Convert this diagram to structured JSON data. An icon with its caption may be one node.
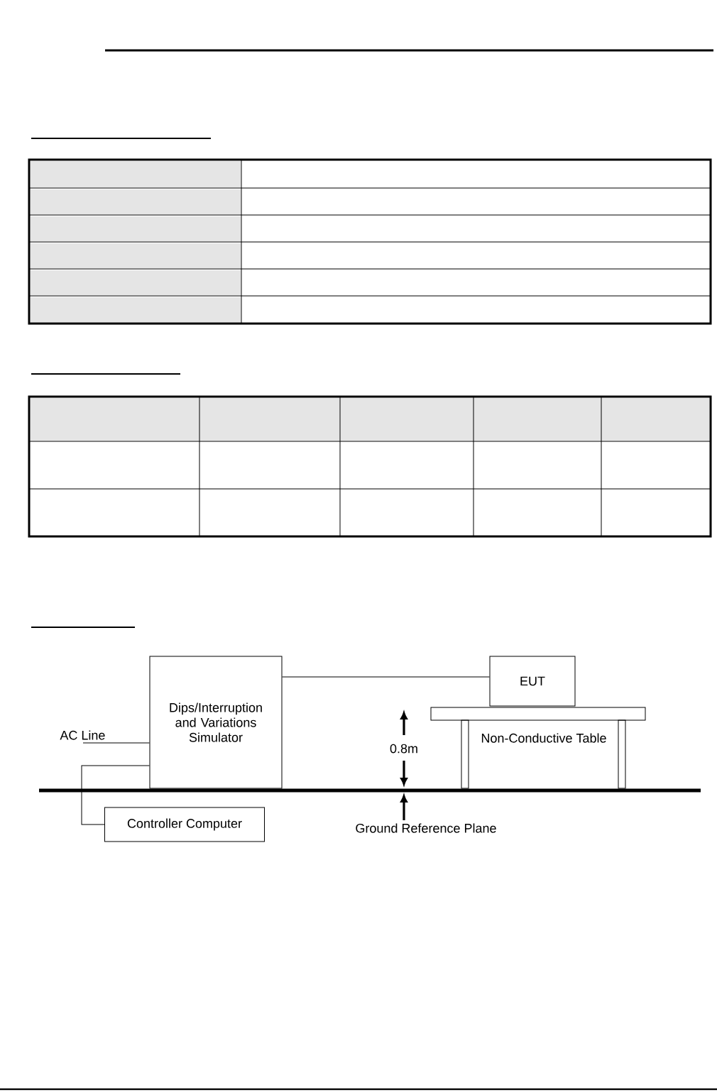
{
  "diagram": {
    "nodes": [
      {
        "text": [
          "Dips/Interruption and Variations Simulator"
        ]
      },
      {
        "text": [
          "EUT"
        ]
      },
      {
        "text": [
          "AC Line"
        ]
      },
      {
        "text": [
          "Controller Computer"
        ]
      },
      {
        "text": [
          "Ground Reference Plane"
        ]
      },
      {
        "text": [],
        "shape": "bar"
      }
    ],
    "edges": [
      {
        "from": 0,
        "to": 1,
        "arrow": "none"
      },
      {
        "from": 2,
        "to": 0,
        "arrow": "none"
      },
      {
        "from": 3,
        "to": 0,
        "arrow": "none"
      },
      {
        "from": 4,
        "to": 5,
        "arrow": "to"
      }
    ],
    "labels": [
      "0.8m",
      "Non-Conductive Table"
    ]
  }
}
